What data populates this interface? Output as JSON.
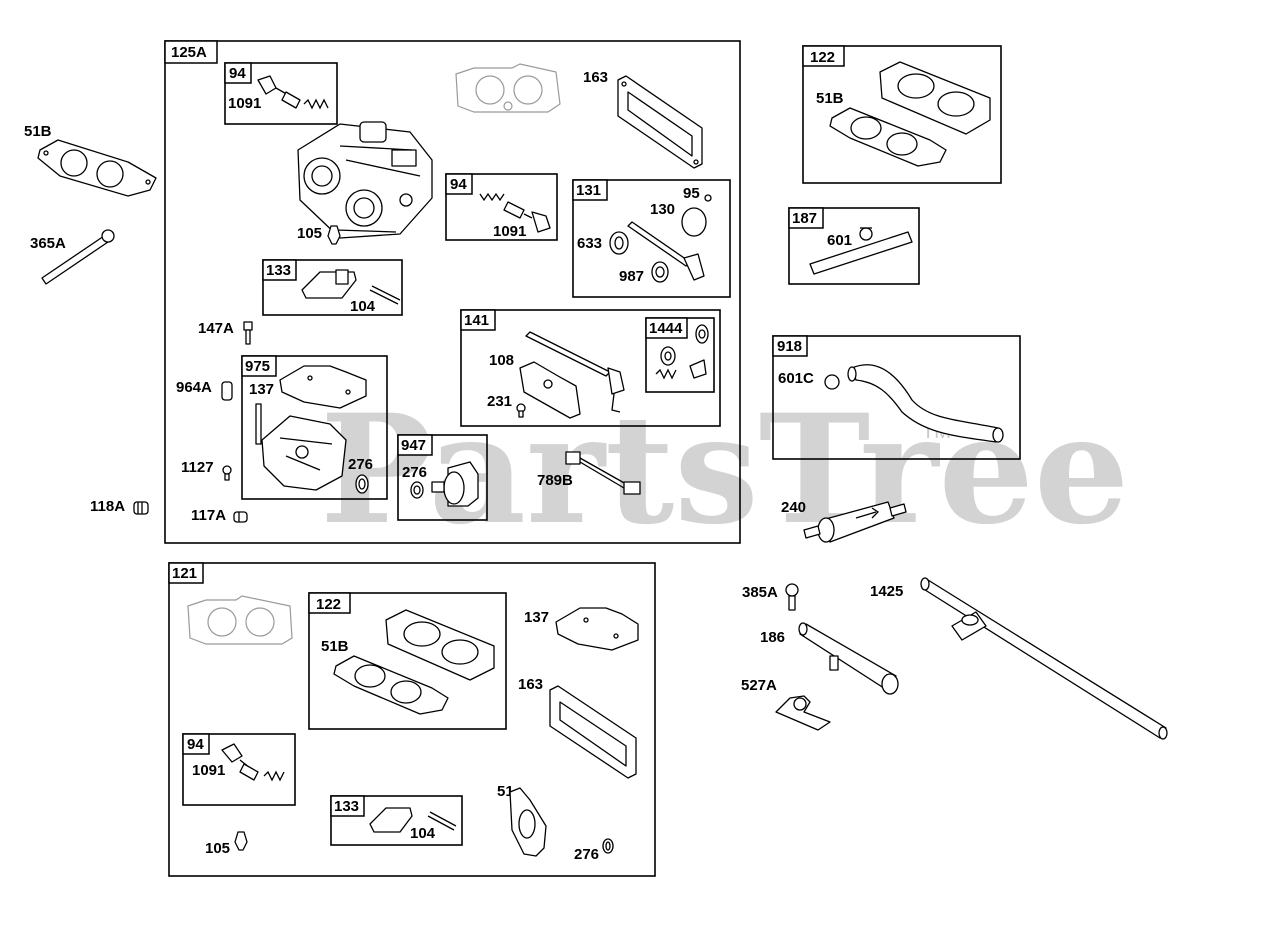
{
  "watermark": {
    "text": "PartsTree",
    "trademark": "TM"
  },
  "groups": {
    "g125A": "125A",
    "g94a": "94",
    "g94b": "94",
    "g133a": "133",
    "g975": "975",
    "g947": "947",
    "g131": "131",
    "g141": "141",
    "g1444": "1444",
    "g122a": "122",
    "g187": "187",
    "g918": "918",
    "g121": "121",
    "g122b": "122",
    "g94c": "94",
    "g133b": "133"
  },
  "labels": {
    "p51B_left": "51B",
    "p365A": "365A",
    "p147A": "147A",
    "p964A": "964A",
    "p1127": "1127",
    "p118A": "118A",
    "p117A": "117A",
    "p1091a": "1091",
    "p105a": "105",
    "p163a": "163",
    "p1091b": "1091",
    "p104a": "104",
    "p137a": "137",
    "p276a": "276",
    "p276b": "276",
    "p789B": "789B",
    "p95": "95",
    "p130": "130",
    "p633": "633",
    "p987": "987",
    "p108": "108",
    "p231": "231",
    "p51B_r": "51B",
    "p601": "601",
    "p601C": "601C",
    "p240": "240",
    "p385A": "385A",
    "p1425": "1425",
    "p186": "186",
    "p527A": "527A",
    "p51B_b": "51B",
    "p137b": "137",
    "p163b": "163",
    "p1091c": "1091",
    "p104b": "104",
    "p105b": "105",
    "p51": "51",
    "p276c": "276"
  }
}
